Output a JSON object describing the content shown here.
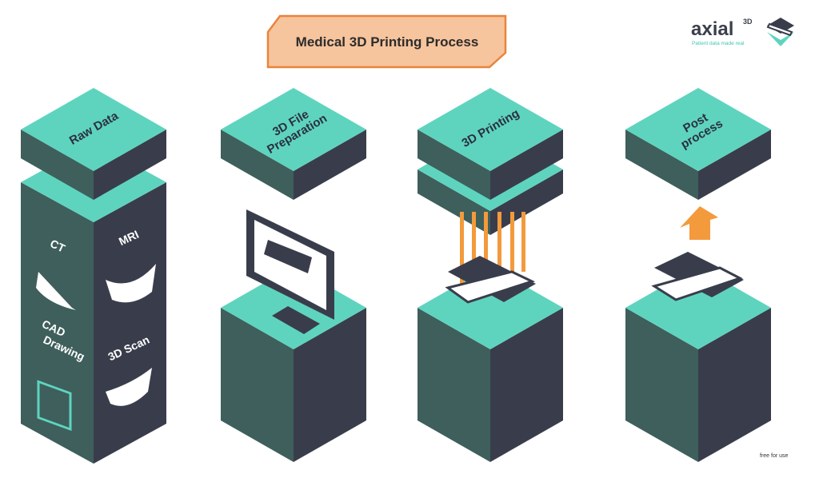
{
  "title": "Medical 3D Printing Process",
  "logo": {
    "brand": "axial",
    "superscript": "3D",
    "tagline": "Patient data made real"
  },
  "steps": [
    {
      "label_lines": [
        "Raw Data"
      ]
    },
    {
      "label_lines": [
        "3D File",
        "Preparation"
      ]
    },
    {
      "label_lines": [
        "3D Printing"
      ]
    },
    {
      "label_lines": [
        "Post",
        "process"
      ]
    }
  ],
  "raw_data_sources": {
    "ct": "CT",
    "mri": "MRI",
    "cad_line1": "CAD",
    "cad_line2": "Drawing",
    "scan": "3D Scan"
  },
  "footer_note": "free for use",
  "colors": {
    "top": "#5ed4bf",
    "left": "#3e5f5c",
    "right": "#393d4b",
    "title_bg": "#f6c49d",
    "title_border": "#e8843c",
    "orange": "#f39a3c"
  }
}
